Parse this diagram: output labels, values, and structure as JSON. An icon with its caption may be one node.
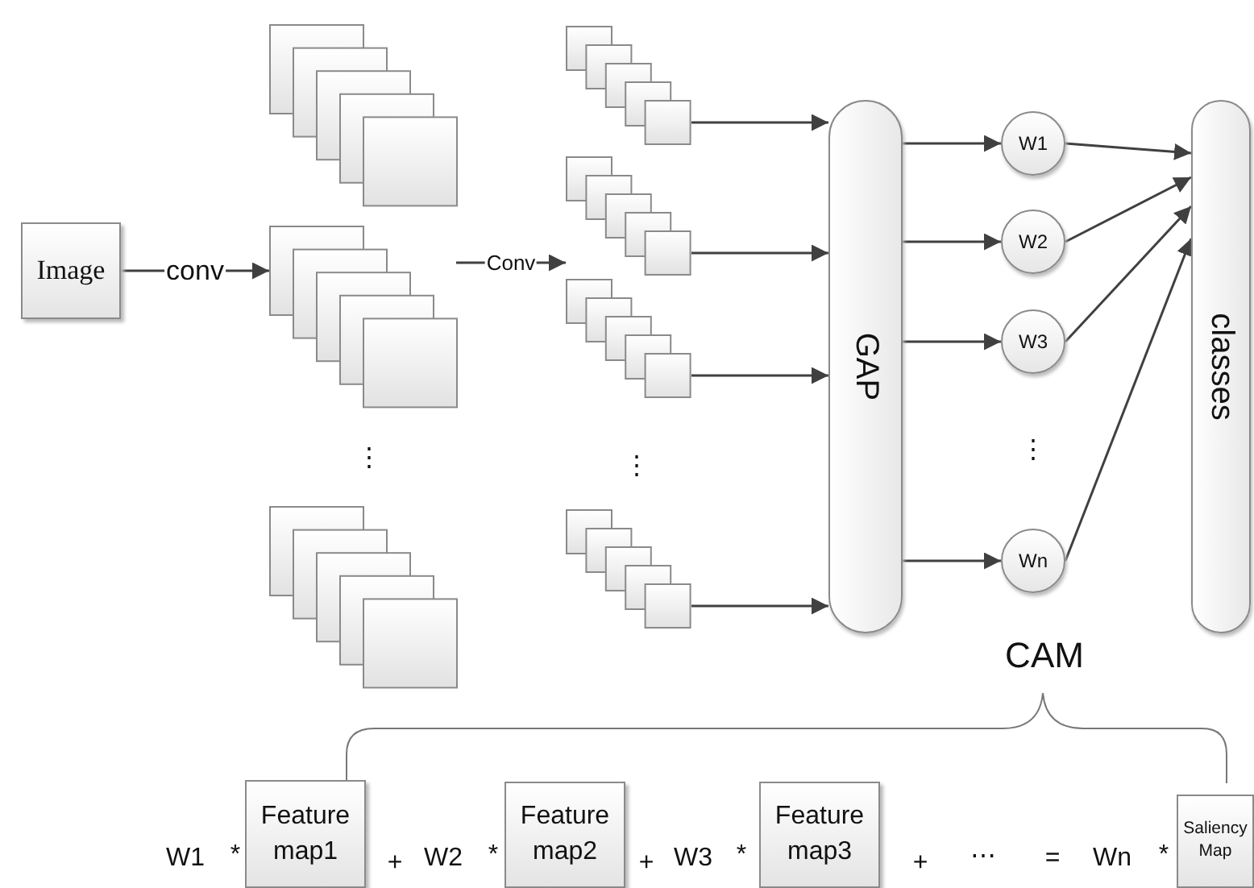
{
  "diagram": {
    "nodes": [
      {
        "text": [
          "Image"
        ]
      },
      {
        "text": [],
        "shape": "box"
      },
      {
        "text": [],
        "shape": "box"
      },
      {
        "text": [],
        "shape": "box"
      },
      {
        "text": [],
        "shape": "box"
      },
      {
        "text": [],
        "shape": "box"
      },
      {
        "text": [],
        "shape": "box"
      },
      {
        "text": [],
        "shape": "box"
      },
      {
        "text": [
          "GAP"
        ]
      },
      {
        "text": [
          "W1"
        ]
      },
      {
        "text": [
          "W2"
        ]
      },
      {
        "text": [
          "W3"
        ]
      },
      {
        "text": [
          "Wn"
        ]
      },
      {
        "text": [
          "classes"
        ]
      },
      {
        "text": [
          "Feature map1"
        ]
      },
      {
        "text": [
          "Feature map2"
        ]
      },
      {
        "text": [
          "Feature map3"
        ]
      },
      {
        "text": [
          "Saliency Map"
        ]
      }
    ],
    "edges": [
      {
        "from": 0,
        "to": 2,
        "arrow": "to",
        "label": "conv"
      },
      {
        "from": 2,
        "to": 5,
        "arrow": "to",
        "label": "Conv"
      },
      {
        "from": 4,
        "to": 8,
        "arrow": "to"
      },
      {
        "from": 5,
        "to": 8,
        "arrow": "to"
      },
      {
        "from": 6,
        "to": 8,
        "arrow": "to"
      },
      {
        "from": 7,
        "to": 8,
        "arrow": "to"
      },
      {
        "from": 8,
        "to": 9,
        "arrow": "to"
      },
      {
        "from": 8,
        "to": 10,
        "arrow": "to"
      },
      {
        "from": 8,
        "to": 11,
        "arrow": "to"
      },
      {
        "from": 8,
        "to": 12,
        "arrow": "to"
      },
      {
        "from": 9,
        "to": 13,
        "arrow": "to"
      },
      {
        "from": 10,
        "to": 13,
        "arrow": "to"
      },
      {
        "from": 11,
        "to": 13,
        "arrow": "to"
      },
      {
        "from": 12,
        "to": 13,
        "arrow": "to"
      }
    ],
    "labels": [
      "⋮",
      "⋮",
      "⋮",
      "CAM",
      "W1",
      "*",
      "+",
      "W2",
      "*",
      "+",
      "W3",
      "*",
      "+",
      "⋯",
      "=",
      "Wn",
      "*"
    ]
  }
}
